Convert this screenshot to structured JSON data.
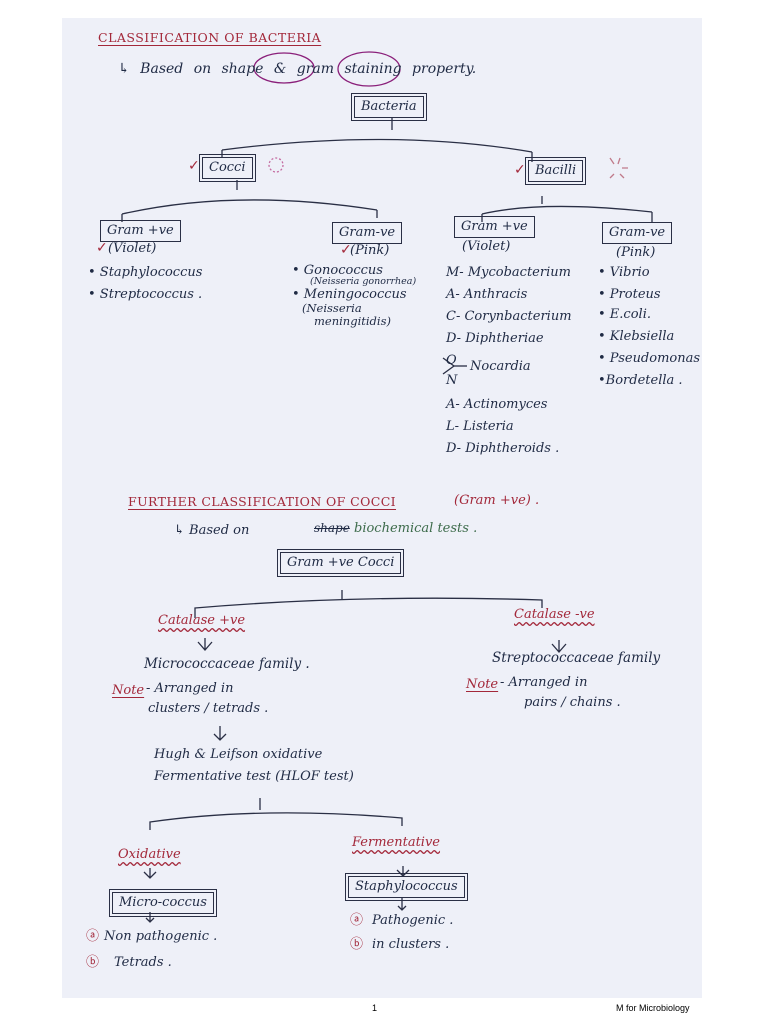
{
  "page": {
    "title": "CLASSIFICATION OF BACTERIA",
    "subtitle": "↳ Based on shape & gram staining property.",
    "root": "Bacteria",
    "cocci": "Cocci",
    "bacilli": "Bacilli",
    "cocci_pos": {
      "label": "Gram +ve",
      "stain": "(Violet)",
      "items": [
        "• Staphylococcus",
        "• Streptococcus ."
      ]
    },
    "cocci_neg": {
      "label": "Gram-ve",
      "stain": "(Pink)",
      "item1": "• Gonococcus",
      "item1_note": "(Neisseria gonorrhea)",
      "item2": "• Meningococcus",
      "item2_note1": "(Neisseria",
      "item2_note2": "meningitidis)"
    },
    "bacilli_pos": {
      "label": "Gram +ve",
      "stain": "(Violet)",
      "items": [
        "M- Mycobacterium",
        "A- Anthracis",
        "C- Corynbacterium",
        "D- Diphtheriae",
        "",
        "A- Actinomyces",
        "L- Listeria",
        "D- Diphtheroids ."
      ],
      "o_letter": "O",
      "n_letter": "N",
      "nocardia": "Nocardia"
    },
    "bacilli_neg": {
      "label": "Gram-ve",
      "stain": "(Pink)",
      "items": [
        "• Vibrio",
        "• Proteus",
        "• E.coli.",
        "• Klebsiella",
        "• Pseudomonas",
        "•Bordetella ."
      ]
    },
    "further": {
      "title": "FURTHER CLASSIFICATION OF COCCI",
      "title_suffix": "(Gram +ve) .",
      "based": "↳ Based on",
      "struck": "shape",
      "based_rest": "biochemical tests .",
      "root": "Gram +ve Cocci",
      "cat_pos": "Catalase +ve",
      "cat_neg": "Catalase -ve",
      "micrococcaceae": "Micrococcaceae family .",
      "streptococcaceae": "Streptococcaceae family",
      "note_label": "Note",
      "note_pos1": "- Arranged in",
      "note_pos2": "clusters / tetrads .",
      "note_neg1": "- Arranged in",
      "note_neg2": "pairs / chains .",
      "hlof1": "Hugh & Leifson oxidative",
      "hlof2": "Fermentative test (HLOF test)",
      "oxidative": "Oxidative",
      "fermentative": "Fermentative",
      "micrococcus": "Micro-coccus",
      "staphylococcus": "Staphylococcus",
      "ox_a": "Non pathogenic .",
      "ox_b": "Tetrads .",
      "fe_a": "Pathogenic .",
      "fe_b": "in clusters ."
    }
  },
  "footer": {
    "page_number": "1",
    "credit": "M for Microbiology"
  }
}
